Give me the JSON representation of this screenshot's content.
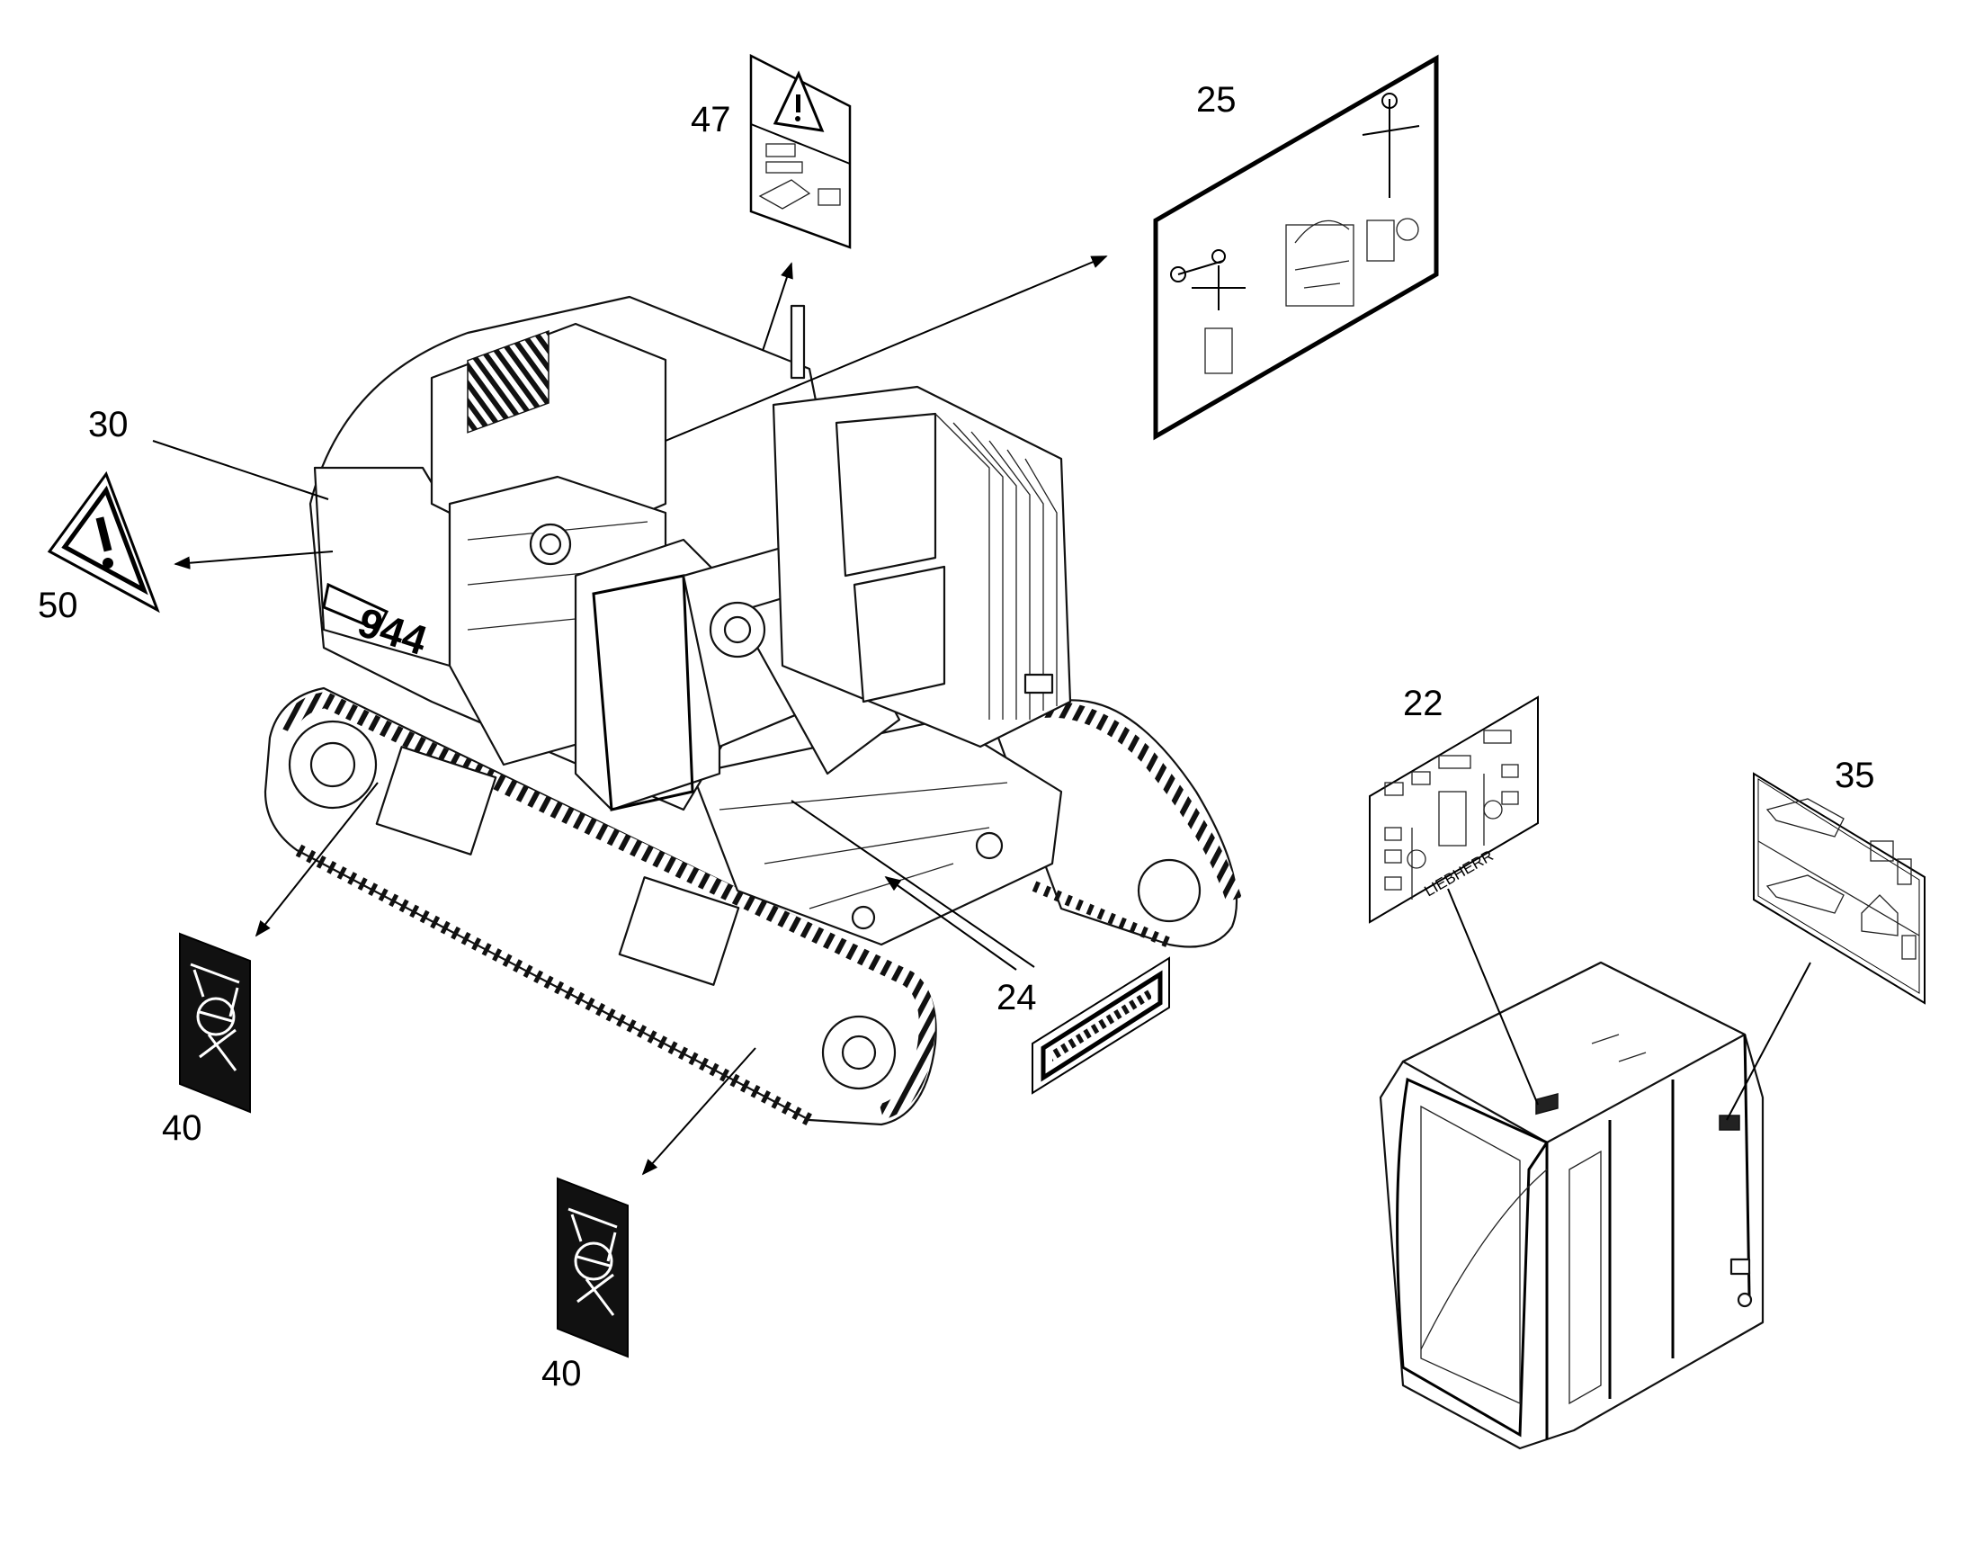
{
  "diagram": {
    "callouts": [
      {
        "id": "50",
        "label": "50"
      },
      {
        "id": "30",
        "label": "30"
      },
      {
        "id": "47",
        "label": "47"
      },
      {
        "id": "25",
        "label": "25"
      },
      {
        "id": "22",
        "label": "22"
      },
      {
        "id": "35",
        "label": "35"
      },
      {
        "id": "24",
        "label": "24"
      },
      {
        "id": "40a",
        "label": "40"
      },
      {
        "id": "40b",
        "label": "40"
      }
    ],
    "decal_22_brand": "LIEBHERR",
    "machine_model_text": "944"
  }
}
